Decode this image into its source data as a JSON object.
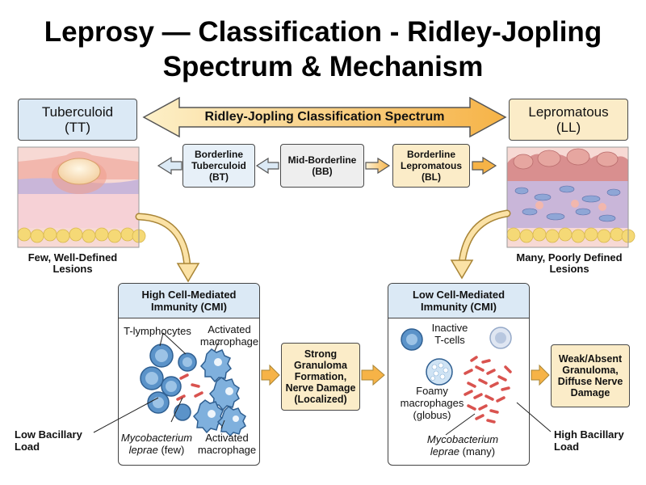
{
  "title_line1": "Leprosy — Classification - Ridley-Jopling",
  "title_line2": "Spectrum & Mechanism",
  "spectrum": {
    "label": "Ridley-Jopling Classification Spectrum",
    "tt": "Tuberculoid\n(TT)",
    "ll": "Lepromatous\n(LL)",
    "bt": "Borderline\nTuberculoid\n(BT)",
    "bb": "Mid-Borderline\n(BB)",
    "bl": "Borderline\nLepromatous\n(BL)"
  },
  "lesions": {
    "tt": "Few, Well-Defined\nLesions",
    "ll": "Many, Poorly Defined\nLesions"
  },
  "left_panel": {
    "header": "High Cell-Mediated\nImmunity (CMI)",
    "t_lymphocytes": "T-lymphocytes",
    "activated_macrophage_top": "Activated\nmacrophage",
    "mycobacterium": "Mycobacterium\nleprae",
    "mycobacterium_qualifier": "(few)",
    "activated_macrophage_bottom": "Activated\nmacrophage"
  },
  "right_panel": {
    "header": "Low Cell-Mediated\nImmunity (CMI)",
    "inactive_tcells": "Inactive\nT-cells",
    "foamy": "Foamy\nmacrophages\n(globus)",
    "mycobacterium": "Mycobacterium\nleprae",
    "mycobacterium_qualifier": "(many)"
  },
  "outcomes": {
    "strong": "Strong\nGranuloma\nFormation,\nNerve Damage\n(Localized)",
    "weak": "Weak/Absent\nGranuloma,\nDiffuse Nerve\nDamage"
  },
  "loads": {
    "low": "Low Bacillary\nLoad",
    "high": "High Bacillary\nLoad"
  },
  "colors": {
    "blue_box": "#dbe9f5",
    "cream_box": "#fbecc8",
    "arrow_orange": "#f6b347",
    "cell_blue": "#5b93c9",
    "bacilli_red": "#d9534f"
  }
}
